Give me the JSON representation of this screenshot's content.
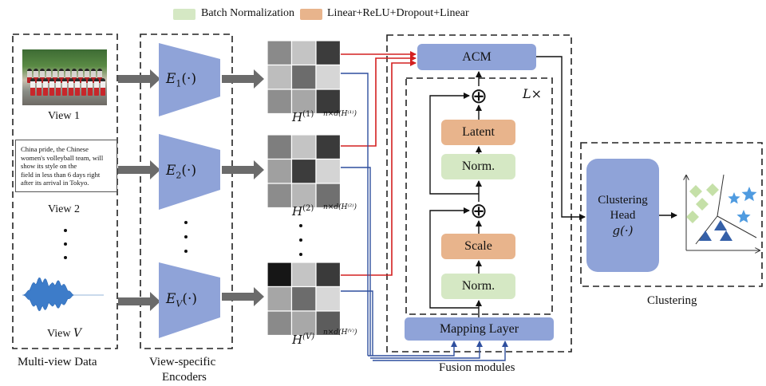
{
  "legend": {
    "batch_norm_label": "Batch Normalization",
    "batch_norm_color": "#d5e8c4",
    "linear_label": "Linear+ReLU+Dropout+Linear",
    "linear_color": "#e8b48c"
  },
  "multiview": {
    "caption": "Multi-view Data",
    "view1_label": "View 1",
    "view2_label": "View 2",
    "viewV_label": "View ",
    "viewV_var": "V",
    "text_card": [
      "China pride, the Chinese",
      "women's volleyball team, will",
      "show its style on the",
      "field in less than 6 days right",
      "after its arrival in Tokyo."
    ]
  },
  "encoders": {
    "caption_line1": "View-specific",
    "caption_line2": "Encoders",
    "e1": "E",
    "e1_sub": "1",
    "e2": "E",
    "e2_sub": "2",
    "eV": "E",
    "eV_sub": "V",
    "arg": "(·)",
    "color": "#8fa3d8"
  },
  "features": {
    "h1": "H",
    "h1_sup": "(1)",
    "h2": "H",
    "h2_sup": "(2)",
    "hV": "H",
    "hV_sup": "(V)",
    "dim1": "n×d(H⁽¹⁾)",
    "dim2": "n×d(H⁽²⁾)",
    "dimV": "n×d(H⁽ⱽ⁾)"
  },
  "fusion": {
    "caption": "Fusion modules",
    "acm": "ACM",
    "repeat": "L×",
    "latent": "Latent",
    "norm_upper": "Norm.",
    "scale": "Scale",
    "norm_lower": "Norm.",
    "mapping": "Mapping Layer",
    "plus_symbol": "⊕",
    "blue_color": "#8fa3d8",
    "red_color": "#d42020",
    "link_color": "#2f4f9e"
  },
  "clustering": {
    "caption": "Clustering",
    "head_line1": "Clustering",
    "head_line2": "Head",
    "head_line3": "g(·)",
    "diamond_color": "#c5e0a8",
    "star_color": "#4f9be0",
    "triangle_color": "#3560a8"
  },
  "heatmaps": {
    "h1": [
      "#8a8a8a",
      "#c4c4c4",
      "#3c3c3c",
      "#bdbdbd",
      "#6c6c6c",
      "#d6d6d6",
      "#8e8e8e",
      "#a7a7a7",
      "#3a3a3a"
    ],
    "h2": [
      "#7e7e7e",
      "#c4c4c4",
      "#3a3a3a",
      "#a0a0a0",
      "#3c3c3c",
      "#d4d4d4",
      "#8c8c8c",
      "#b7b7b7",
      "#707070"
    ],
    "hV": [
      "#161616",
      "#c4c4c4",
      "#3a3a3a",
      "#a6a6a6",
      "#6c6c6c",
      "#d8d8d8",
      "#8a8a8a",
      "#a8a8a8",
      "#5c5c5c"
    ]
  }
}
